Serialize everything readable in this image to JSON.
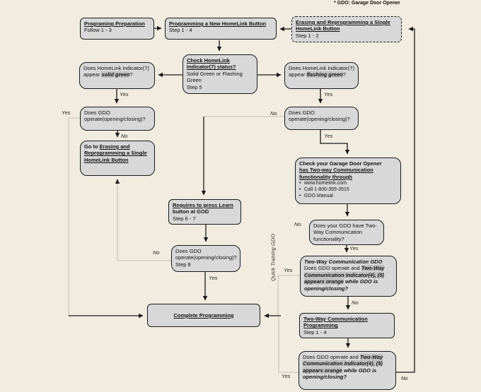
{
  "header_note": "* GDO: Garage Door Opener",
  "labels": {
    "yes": "Yes",
    "no": "No",
    "bullet": "•",
    "quick_training": "Quick Training GDO"
  },
  "boxes": {
    "prep": {
      "title": "Programing Preparation",
      "sub": "Follow 1 - 3"
    },
    "new_button": {
      "title": "Programming a New HomeLink Button",
      "sub": "Step 1 - 4"
    },
    "erase": {
      "title": "Erasing and Reprogramming a Single HomeLink Button",
      "sub": "Step 1 - 2"
    },
    "check_indicator": {
      "title": "Check HomeLink Indicator(7) status?",
      "body": "Solid Green or Flashing Green",
      "sub": "Step 5"
    },
    "solid_green_q": {
      "pre": "Does HomeLink indicator(7) appear ",
      "highlight": "solid green",
      "post": "?"
    },
    "flashing_green_q": {
      "pre": "Does HomeLink indicator(7) appear ",
      "highlight": "flashing green",
      "post": "?"
    },
    "gdo_operate_left": {
      "text": "Does GDO operate(opening/closing)?"
    },
    "goto_erase": {
      "pre": "Go to ",
      "link": "Erasing and Reprogramming a Single HomeLink Button"
    },
    "gdo_operate_right": {
      "text": "Does GDO operate(opening/closing)?"
    },
    "check_gdo_twc": {
      "title": "Check your Garage Door Opener",
      "title_link": "has Two-way Communication functionality through",
      "bullets": [
        "www.homelink.com",
        "Call 1-800-355-3515",
        "GDO Manual"
      ]
    },
    "press_learn": {
      "title": "Requires to press Learn",
      "title2": "button at GOD",
      "sub": "Step 6 - 7"
    },
    "gdo_operate_mid": {
      "text": "Does GDO operate(opening/closing)?",
      "sub": "Step 8"
    },
    "have_twc_q": {
      "text": "Does your GDO have Two-Way Communication functionality?"
    },
    "twc_gdo_q": {
      "caption": "Two-Way Communication GDO",
      "pre": "Does GDO operate and ",
      "hl1": "Two-Way Communication Indicator(4), (5)",
      "gap": " ",
      "hl2": "appears orange",
      "post": " while GDO is opening/closing?"
    },
    "complete": {
      "title": "Complete Programming"
    },
    "twc_programming": {
      "title": "Two-Way Communication Programming",
      "sub": "Step 1 - 4"
    },
    "final_q": {
      "pre": "Does GDO operate and ",
      "hl1": "Two-Way Communication Indicator(4), (5)",
      "gap": " ",
      "hl2": "appears orange",
      "post": " while GDO is opening/closing?"
    }
  },
  "colors": {
    "background": "#f1ecdf",
    "box_fill": "#d8d8d8",
    "box_border": "#1a1a1a",
    "highlight": "#bfbfbf",
    "connector": "#1a1a1a",
    "faint_connector": "#c6c2b6"
  }
}
